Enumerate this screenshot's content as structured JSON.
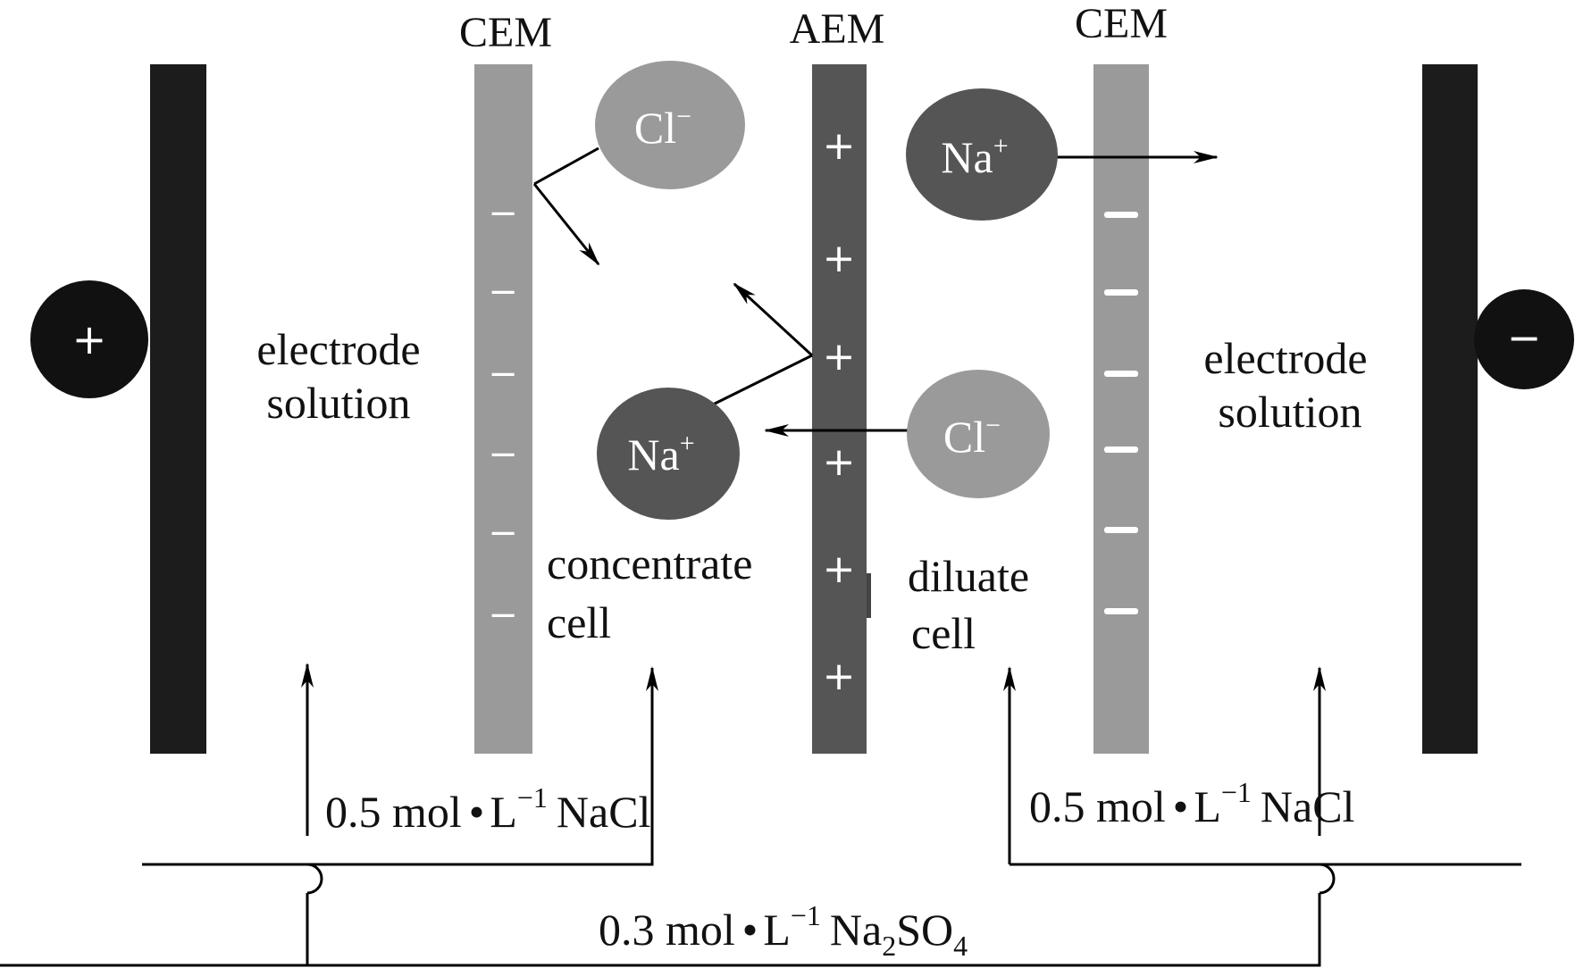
{
  "membranes": {
    "cem_left": "CEM",
    "aem": "AEM",
    "cem_right": "CEM"
  },
  "electrodes": {
    "anode_sign": "+",
    "cathode_sign": "−"
  },
  "compartments": {
    "left_electrode": [
      "electrode",
      "solution"
    ],
    "concentrate": [
      "concentrate",
      "cell"
    ],
    "diluate": [
      "diluate",
      "cell"
    ],
    "right_electrode": [
      "electrode",
      "solution"
    ]
  },
  "ions": {
    "cl_top": {
      "base": "Cl",
      "sup": "−"
    },
    "na_top": {
      "base": "Na",
      "sup": "+"
    },
    "na_mid": {
      "base": "Na",
      "sup": "+"
    },
    "cl_mid": {
      "base": "Cl",
      "sup": "−"
    }
  },
  "membrane_charges": {
    "cem_left": "−",
    "aem": "+"
  },
  "feeds": {
    "nacl_left": {
      "value": "0.5 mol",
      "unit_base": "L",
      "unit_sup": "−1",
      "species": "NaCl"
    },
    "nacl_right": {
      "value": "0.5 mol",
      "unit_base": "L",
      "unit_sup": "−1",
      "species": "NaCl"
    },
    "na2so4": {
      "value": "0.3 mol",
      "unit_base": "L",
      "unit_sup": "−1",
      "species_a": "Na",
      "species_sub": "2",
      "species_b": "SO",
      "species_sub2": "4"
    }
  },
  "colors": {
    "electrode": "#1c1c1c",
    "cem": "#9a9a9a",
    "aem": "#555555",
    "cl_ion": "#9a9a9a",
    "na_ion": "#555555",
    "line": "#000000"
  }
}
